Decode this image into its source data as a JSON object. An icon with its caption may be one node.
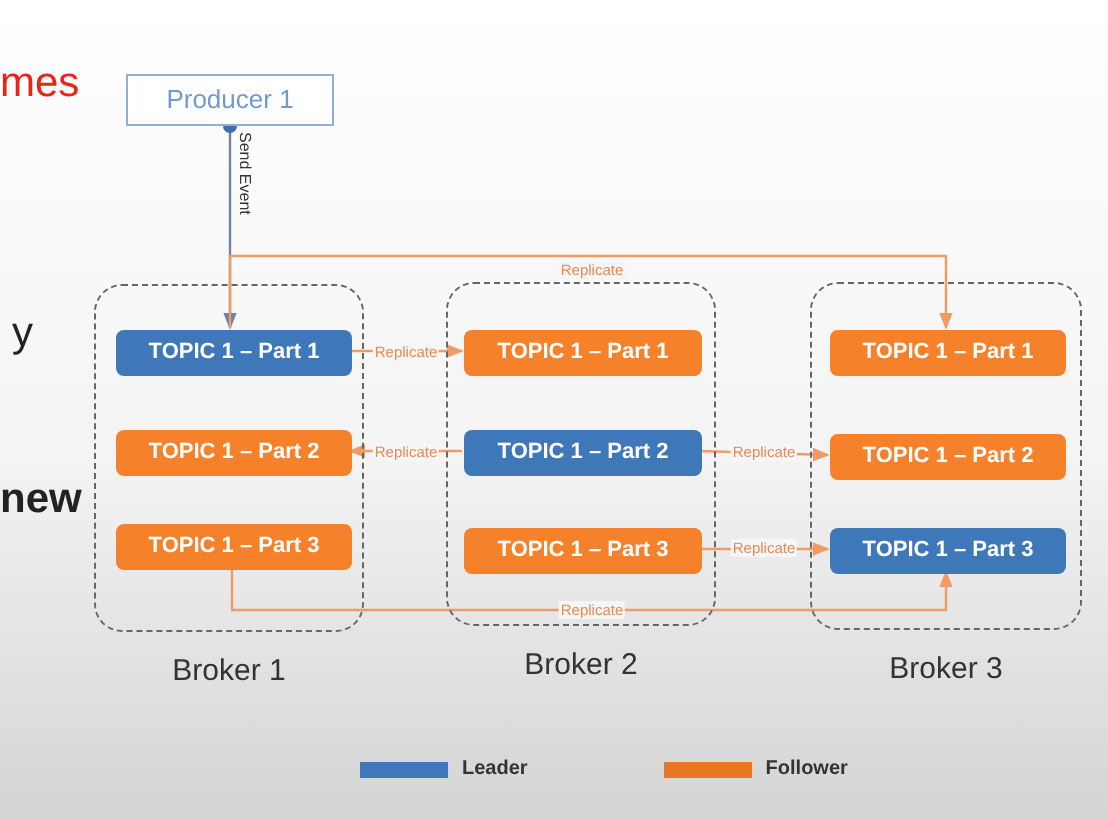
{
  "diagram": {
    "nodes": [
      {
        "text": [
          "Producer 1"
        ]
      },
      {
        "text": [
          "Broker 1"
        ]
      },
      {
        "text": [
          "TOPIC 1 – Part 1"
        ],
        "in": 1
      },
      {
        "text": [
          "TOPIC 1 – Part 2"
        ],
        "in": 1
      },
      {
        "text": [
          "TOPIC 1 – Part 3"
        ],
        "in": 1
      },
      {
        "text": [
          "Broker 2"
        ]
      },
      {
        "text": [
          "TOPIC 1 – Part 1"
        ],
        "in": 5
      },
      {
        "text": [
          "TOPIC 1 – Part 2"
        ],
        "in": 5
      },
      {
        "text": [
          "TOPIC 1 – Part 3"
        ],
        "in": 5
      },
      {
        "text": [
          "Broker 3"
        ]
      },
      {
        "text": [
          "TOPIC 1 – Part 1"
        ],
        "in": 9
      },
      {
        "text": [
          "TOPIC 1 – Part 2"
        ],
        "in": 9
      },
      {
        "text": [
          "TOPIC 1 – Part 3"
        ],
        "in": 9
      }
    ],
    "edges": [
      {
        "from": 0,
        "to": 2,
        "arrow": "to",
        "label": "Send Event",
        "color": "#6f84a3"
      },
      {
        "from": 2,
        "to": 10,
        "arrow": "to",
        "label": "Replicate"
      },
      {
        "from": 2,
        "to": 6,
        "arrow": "to",
        "label": "Replicate"
      },
      {
        "from": 7,
        "to": 3,
        "arrow": "to",
        "label": "Replicate"
      },
      {
        "from": 7,
        "to": 11,
        "arrow": "to",
        "label": "Replicate"
      },
      {
        "from": 8,
        "to": 12,
        "arrow": "to",
        "label": "Replicate"
      },
      {
        "from": 4,
        "to": 12,
        "arrow": "to",
        "label": "Replicate"
      }
    ],
    "labels": [
      "mes",
      "y",
      "new"
    ],
    "legend": [
      {
        "text": "Leader",
        "color": "#3f78b8"
      },
      {
        "text": "Follower",
        "color": "#e87722"
      }
    ]
  }
}
